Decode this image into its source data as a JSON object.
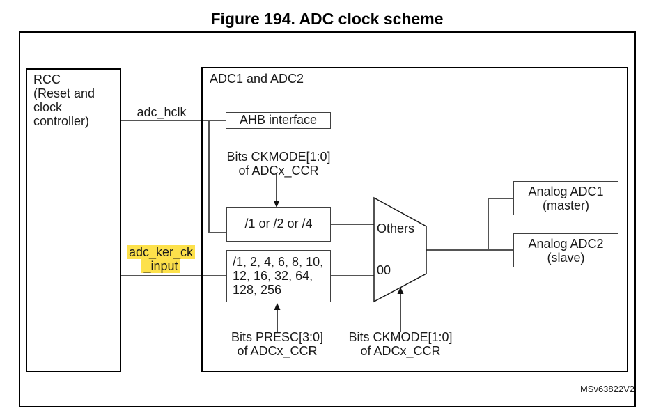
{
  "figure_title": "Figure 194. ADC clock scheme",
  "watermark": "MSv63822V2",
  "rcc": {
    "label": "RCC\n(Reset and\nclock\ncontroller)"
  },
  "adc_group": {
    "label": "ADC1 and ADC2"
  },
  "signals": {
    "adc_hclk": {
      "label": "adc_hclk"
    },
    "adc_ker_ck": {
      "line1": "adc_ker_ck",
      "line2": "_input",
      "highlighted": true
    }
  },
  "blocks": {
    "ahb_interface": {
      "label": "AHB interface"
    },
    "sync_divider": {
      "label": "/1 or /2 or /4"
    },
    "prescaler": {
      "label": "/1, 2, 4, 6, 8, 10,\n12, 16, 32, 64,\n128, 256"
    },
    "analog_adc1": {
      "label": "Analog ADC1\n(master)"
    },
    "analog_adc2": {
      "label": "Analog ADC2\n(slave)"
    }
  },
  "mux": {
    "input_top_label": "Others",
    "input_bottom_label": "00"
  },
  "annotations": {
    "ckmode_divider": {
      "label": "Bits CKMODE[1:0]\nof ADCx_CCR"
    },
    "presc": {
      "label": "Bits PRESC[3:0]\nof ADCx_CCR"
    },
    "ckmode_mux": {
      "label": "Bits CKMODE[1:0]\nof ADCx_CCR"
    }
  },
  "colors": {
    "highlight": "#fde14b",
    "line": "#555555",
    "box_border": "#404040",
    "frame": "#000000"
  }
}
